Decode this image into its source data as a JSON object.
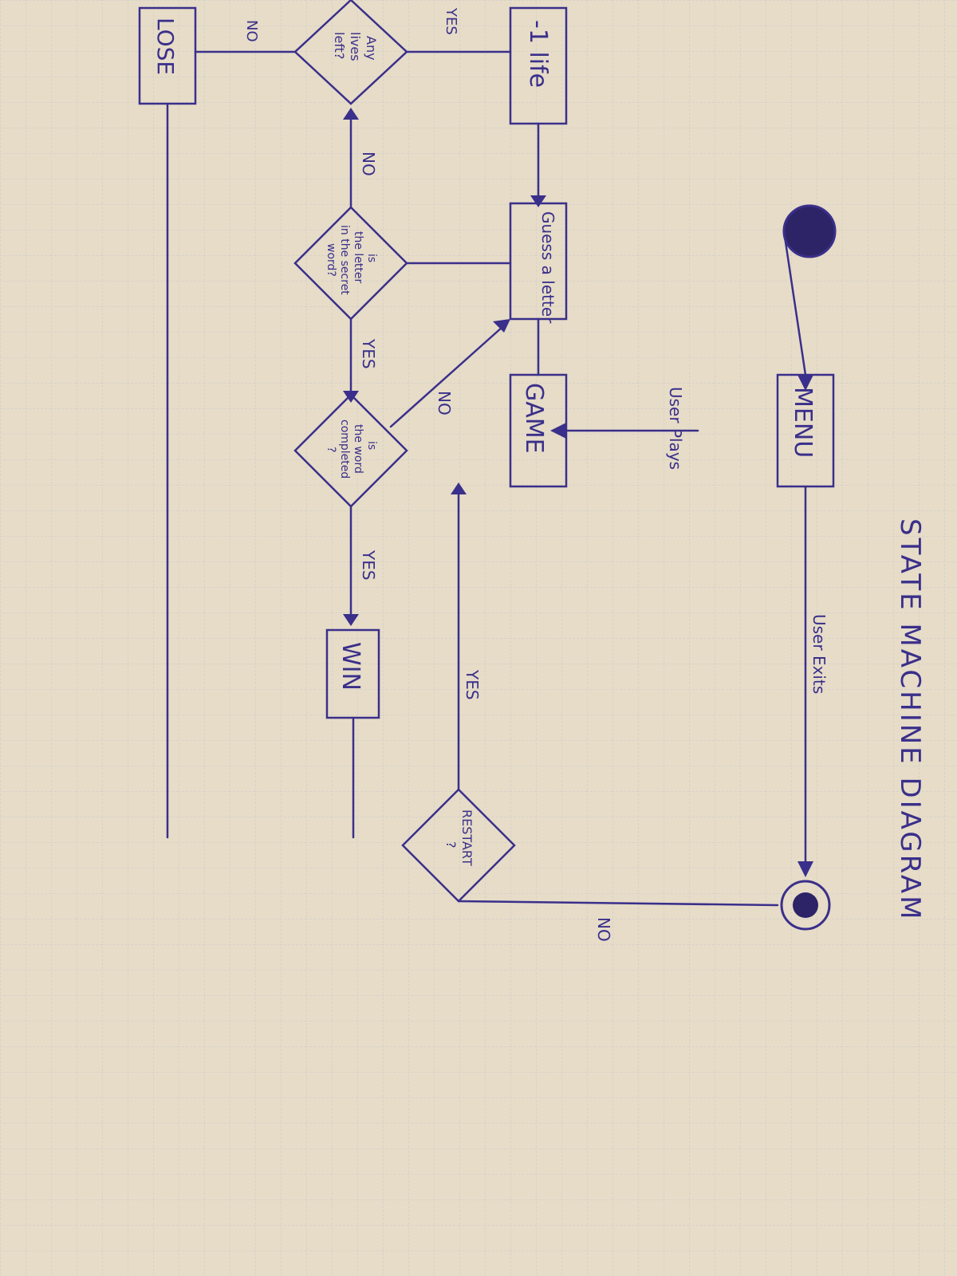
{
  "diagram": {
    "title": "STATE MACHINE DIAGRAM",
    "colors": {
      "ink": "#3a2f8a",
      "paper": "#e6dcc8",
      "grid": "#c9c9c9"
    },
    "states": {
      "menu": "MENU",
      "game": "GAME",
      "guess": "Guess a letter",
      "minus_life": "-1 life",
      "win": "WIN",
      "lose": "LOSE"
    },
    "decisions": {
      "letter_in_word": [
        "is",
        "the letter",
        "in the secret",
        "word?"
      ],
      "word_completed": [
        "is",
        "the word",
        "completed",
        "?"
      ],
      "lives_left": [
        "Any",
        "lives",
        "left?"
      ],
      "restart": [
        "RESTART",
        "?"
      ]
    },
    "edge_labels": {
      "user_plays": "User Plays",
      "user_exits": "User Exits",
      "yes_letter": "YES",
      "no_letter": "NO",
      "no_word": "NO",
      "yes_word": "YES",
      "yes_lives": "YES",
      "no_lives": "NO",
      "yes_restart": "YES",
      "no_restart": "NO"
    },
    "markers": {
      "initial": "initial-state-dot",
      "final": "final-state-dot"
    }
  }
}
